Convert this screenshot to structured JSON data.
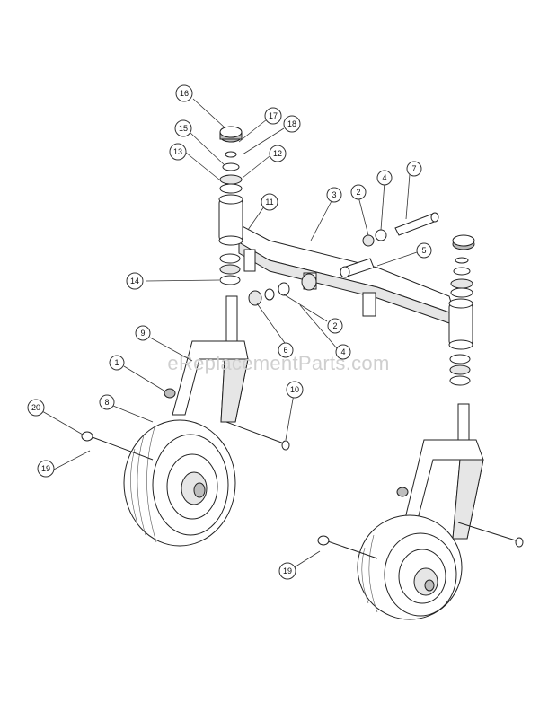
{
  "watermark": "eReplacementParts.com",
  "callouts": [
    "16",
    "17",
    "18",
    "15",
    "12",
    "13",
    "11",
    "3",
    "2",
    "4",
    "7",
    "5",
    "14",
    "2",
    "6",
    "4",
    "9",
    "1",
    "10",
    "20",
    "8",
    "19",
    "19"
  ]
}
